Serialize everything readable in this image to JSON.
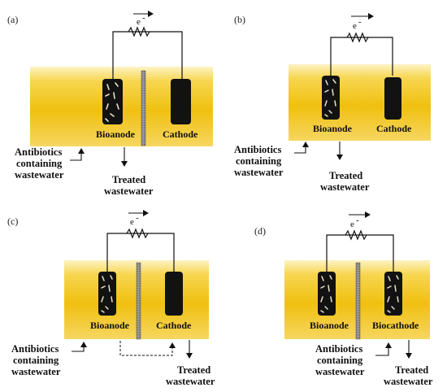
{
  "panels": [
    {
      "tag": "(a)",
      "electron": "e",
      "anode_label": "Bioanode",
      "cathode_label": "Cathode",
      "inlet_label": [
        "Antibiotics",
        "containing",
        "wastewater"
      ],
      "outlet_label": [
        "Treated",
        "wastewater"
      ]
    },
    {
      "tag": "(b)",
      "electron": "e",
      "anode_label": "Bioanode",
      "cathode_label": "Cathode",
      "inlet_label": [
        "Antibiotics",
        "containing",
        "wastewater"
      ],
      "outlet_label": [
        "Treated",
        "wastewater"
      ]
    },
    {
      "tag": "(c)",
      "electron": "e",
      "anode_label": "Bioanode",
      "cathode_label": "Cathode",
      "inlet_label": [
        "Antibiotics",
        "containing",
        "wastewater"
      ],
      "outlet_label": [
        "Treated",
        "wastewater"
      ]
    },
    {
      "tag": "(d)",
      "electron": "e",
      "anode_label": "Bioanode",
      "cathode_label": "Biocathode",
      "inlet_label": [
        "Antibiotics",
        "containing",
        "wastewater"
      ],
      "outlet_label": [
        "Treated",
        "wastewater"
      ]
    }
  ],
  "colors": {
    "electrolyte_top": "#fbe89a",
    "electrolyte_mid": "#f2c21a",
    "electrolyte_bottom": "#f5d25a",
    "electrode": "#121212",
    "membrane": "#8a8a8a",
    "bacteria": "#e9e0c8"
  }
}
